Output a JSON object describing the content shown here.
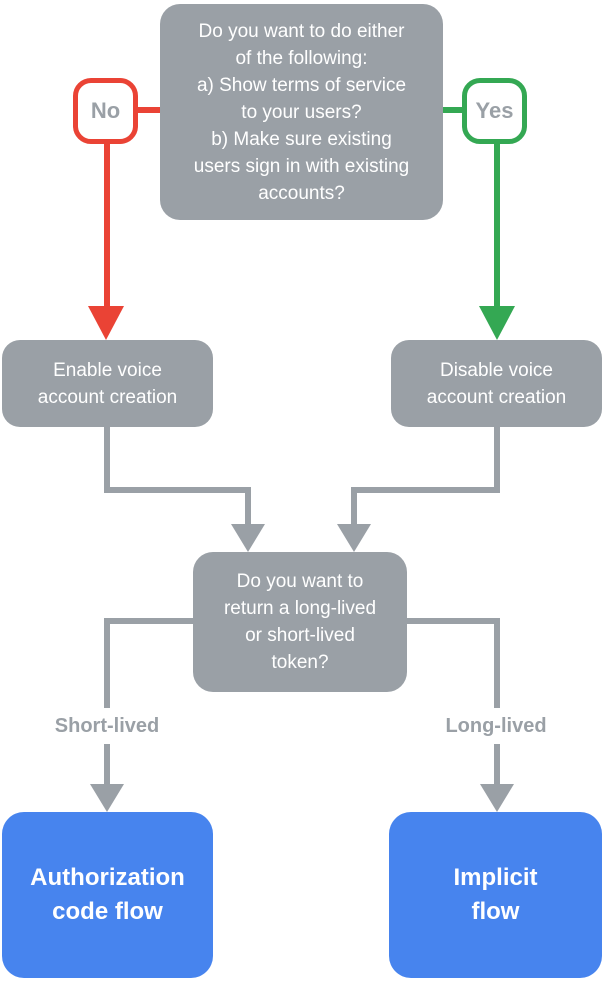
{
  "colors": {
    "gray": "#9AA0A6",
    "red": "#EA4335",
    "green": "#34A853",
    "blue": "#4784EE",
    "node_text": "#FFFFFF",
    "label_text": "#9AA0A6"
  },
  "flowchart": {
    "top_question": "Do you want to do either\nof the following:\na) Show terms of service\nto your users?\nb) Make sure existing\nusers sign in with existing\naccounts?",
    "no_label": "No",
    "yes_label": "Yes",
    "enable_action": "Enable voice\naccount creation",
    "disable_action": "Disable voice\naccount creation",
    "token_question": "Do you want to\nreturn a long-lived\nor short-lived\ntoken?",
    "short_lived_label": "Short-lived",
    "long_lived_label": "Long-lived",
    "authorization_outcome": "Authorization\ncode flow",
    "implicit_outcome": "Implicit\nflow"
  }
}
